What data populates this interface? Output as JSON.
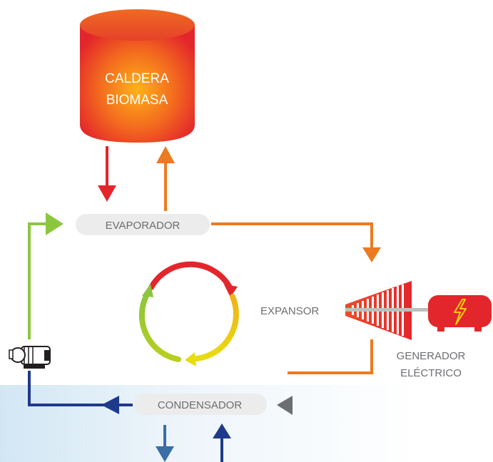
{
  "boiler": {
    "line1": "CALDERA",
    "line2": "BIOMASA"
  },
  "evaporator": {
    "label": "EVAPORADOR"
  },
  "condenser": {
    "label": "CONDENSADOR"
  },
  "expander": {
    "label": "EXPANSOR"
  },
  "generator": {
    "line1": "GENERADOR",
    "line2": "ELÉCTRICO",
    "icon": "lightning-bolt-icon"
  },
  "pump": {
    "icon": "pump-icon"
  },
  "colors": {
    "hot_red": "#e3262b",
    "orange": "#ed7a1f",
    "green": "#8cc63f",
    "navy": "#1f3a8a",
    "blue": "#3a6ea5",
    "gray": "#6d6e71",
    "pill": "#ececec",
    "label_gray": "#6d6e71"
  }
}
